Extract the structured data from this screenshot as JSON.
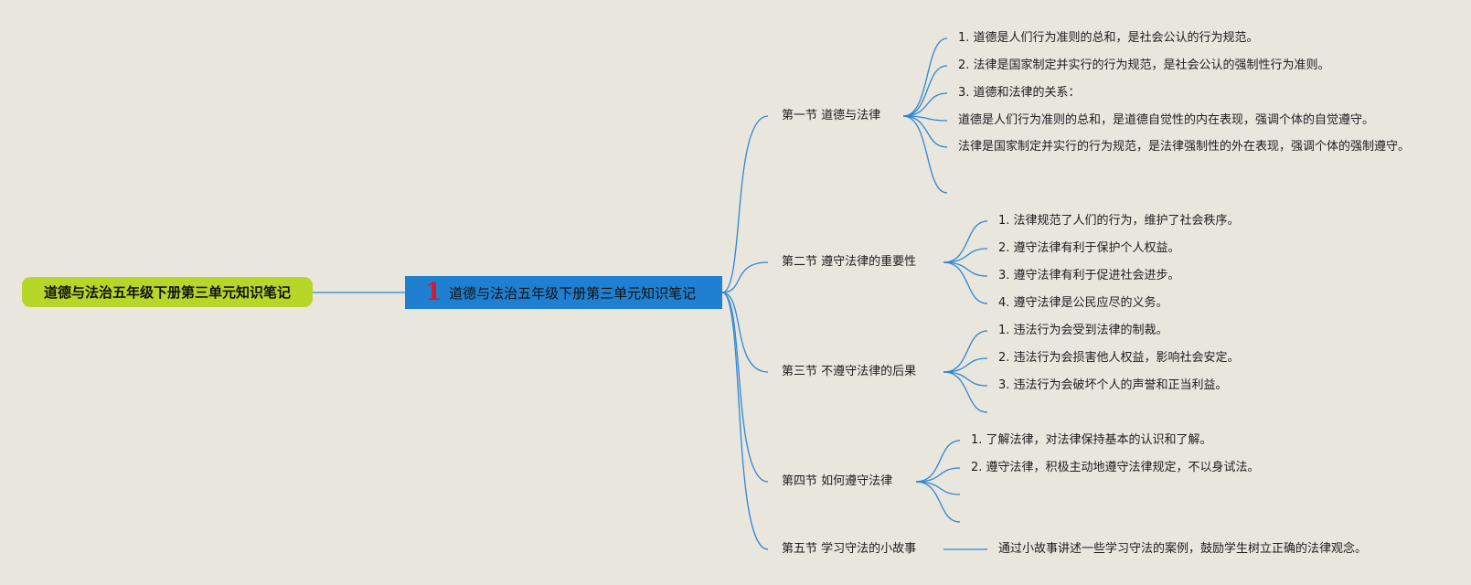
{
  "root": {
    "label": "道德与法治五年级下册第三单元知识笔记"
  },
  "center": {
    "label": "道德与法治五年级下册第三单元知识笔记",
    "icon": "red-flag-icon"
  },
  "sections": [
    {
      "title": "第一节 道德与法律",
      "items": [
        "1. 道德是人们行为准则的总和，是社会公认的行为规范。",
        "2. 法律是国家制定并实行的行为规范，是社会公认的强制性行为准则。",
        "3. 道德和法律的关系：",
        "道德是人们行为准则的总和，是道德自觉性的内在表现，强调个体的自觉遵守。",
        "法律是国家制定并实行的行为规范，是法律强制性的外在表现，强调个体的强制遵守。",
        ""
      ]
    },
    {
      "title": "第二节 遵守法律的重要性",
      "items": [
        "1. 法律规范了人们的行为，维护了社会秩序。",
        "2. 遵守法律有利于保护个人权益。",
        "3. 遵守法律有利于促进社会进步。",
        "4. 遵守法律是公民应尽的义务。"
      ]
    },
    {
      "title": "第三节 不遵守法律的后果",
      "items": [
        "1. 违法行为会受到法律的制裁。",
        "2. 违法行为会损害他人权益，影响社会安定。",
        "3. 违法行为会破坏个人的声誉和正当利益。",
        ""
      ]
    },
    {
      "title": "第四节 如何遵守法律",
      "items": [
        "1. 了解法律，对法律保持基本的认识和了解。",
        "2. 遵守法律，积极主动地遵守法律规定，不以身试法。",
        "",
        ""
      ]
    },
    {
      "title": "第五节 学习守法的小故事",
      "items": [
        "通过小故事讲述一些学习守法的案例，鼓励学生树立正确的法律观念。"
      ]
    }
  ],
  "colors": {
    "background": "#e9e6de",
    "root": "#b6d628",
    "center": "#1f7fd0",
    "link": "#2f86d4",
    "icon": "#d81b2c"
  }
}
